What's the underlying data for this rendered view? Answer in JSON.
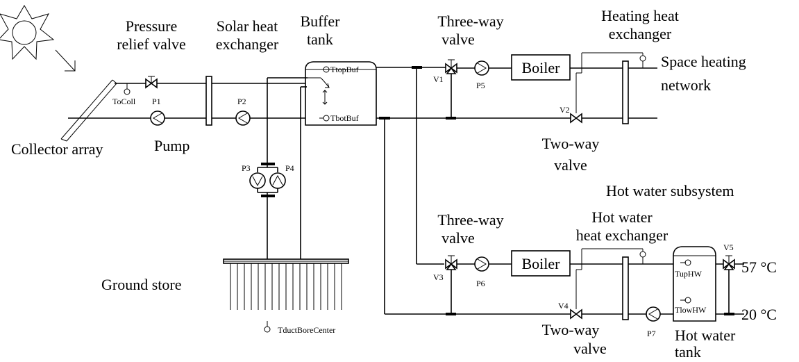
{
  "labels": {
    "pressure_relief_1": "Pressure",
    "pressure_relief_2": "relief valve",
    "solar_hx_1": "Solar heat",
    "solar_hx_2": "exchanger",
    "buffer_1": "Buffer",
    "buffer_2": "tank",
    "threeway_top_1": "Three-way",
    "threeway_top_2": "valve",
    "heating_hx_1": "Heating heat",
    "heating_hx_2": "exchanger",
    "space_heating_1": "Space heating",
    "space_heating_2": "network",
    "collector_array": "Collector array",
    "pump": "Pump",
    "twoway_top_1": "Two-way",
    "twoway_top_2": "valve",
    "hot_water_subsystem": "Hot water subsystem",
    "ground_store": "Ground store",
    "threeway_bot_1": "Three-way",
    "threeway_bot_2": "valve",
    "hw_hx_1": "Hot water",
    "hw_hx_2": "heat exchanger",
    "twoway_bot_1": "Two-way",
    "twoway_bot_2": "valve",
    "hw_tank_1": "Hot water",
    "hw_tank_2": "tank",
    "temp_hot": "57 °C",
    "temp_cold": "20 °C"
  },
  "boilers": [
    "Boiler",
    "Boiler"
  ],
  "sensors": {
    "tocoll": "ToColl",
    "ttopbuf": "TtopBuf",
    "tbotbuf": "TbotBuf",
    "tduct": "TductBoreCenter",
    "tuphw": "TupHW",
    "tlowhw": "TlowHW"
  },
  "components": {
    "p1": "P1",
    "p2": "P2",
    "p3": "P3",
    "p4": "P4",
    "p5": "P5",
    "p6": "P6",
    "p7": "P7",
    "v1": "V1",
    "v2": "V2",
    "v3": "V3",
    "v4": "V4",
    "v5": "V5"
  }
}
